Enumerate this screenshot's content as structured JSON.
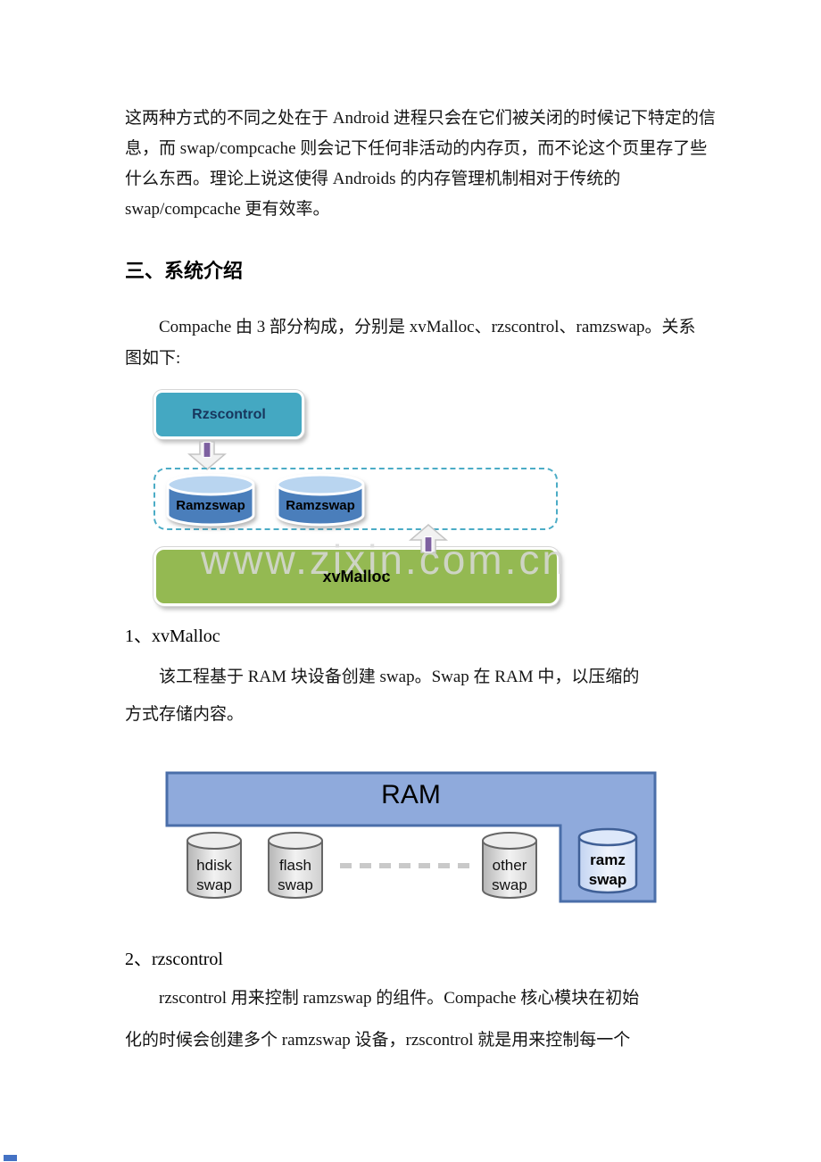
{
  "doc": {
    "p1": [
      "这两种方式的不同之处在于 Android 进程只会在它们被关闭的时候记下特定的信",
      "息，而 swap/compcache 则会记下任何非活动的内存页，而不论这个页里存了些",
      "什么东西。理论上说这使得 Androids 的内存管理机制相对于传统的",
      "swap/compcache 更有效率。"
    ],
    "heading": "三、系统介绍",
    "p2": [
      "Compache 由 3 部分构成，分别是 xvMalloc、rzscontrol、ramzswap。关系",
      "图如下:"
    ],
    "s1_title": "1、xvMalloc",
    "s1": [
      "该工程基于 RAM 块设备创建 swap。Swap 在 RAM 中，以压缩的",
      "方式存储内容。"
    ],
    "s2_title": "2、rzscontrol",
    "s2": [
      "rzscontrol 用来控制 ramzswap 的组件。Compache 核心模块在初始",
      "化的时候会创建多个 ramzswap 设备，rzscontrol 就是用来控制每一个"
    ]
  },
  "watermark": "www.zixin.com.cn",
  "diagram1": {
    "rzscontrol_label": "Rzscontrol",
    "ramzswap1_label": "Ramzswap",
    "ramzswap2_label": "Ramzswap",
    "xvmalloc_label": "xvMalloc",
    "colors": {
      "rzscontrol_fill": "#44a8c2",
      "ramzswap_body": "#4a7ebb",
      "ramzswap_top": "#b9d5f0",
      "xvmalloc_fill": "#94b952",
      "dashed_border": "#4bacc6",
      "arrow_purple": "#7d60a0"
    }
  },
  "diagram2": {
    "ram_label": "RAM",
    "cylinders": [
      {
        "line1": "hdisk",
        "line2": "swap"
      },
      {
        "line1": "flash",
        "line2": "swap"
      },
      {
        "line1": "other",
        "line2": "swap"
      },
      {
        "line1": "ramz",
        "line2": "swap"
      }
    ],
    "colors": {
      "ram_fill": "#8faadc",
      "ram_border": "#4a6ea9",
      "gray_cylinder": "#d9d9d9",
      "ramz_cylinder": "#dce6f8"
    }
  }
}
